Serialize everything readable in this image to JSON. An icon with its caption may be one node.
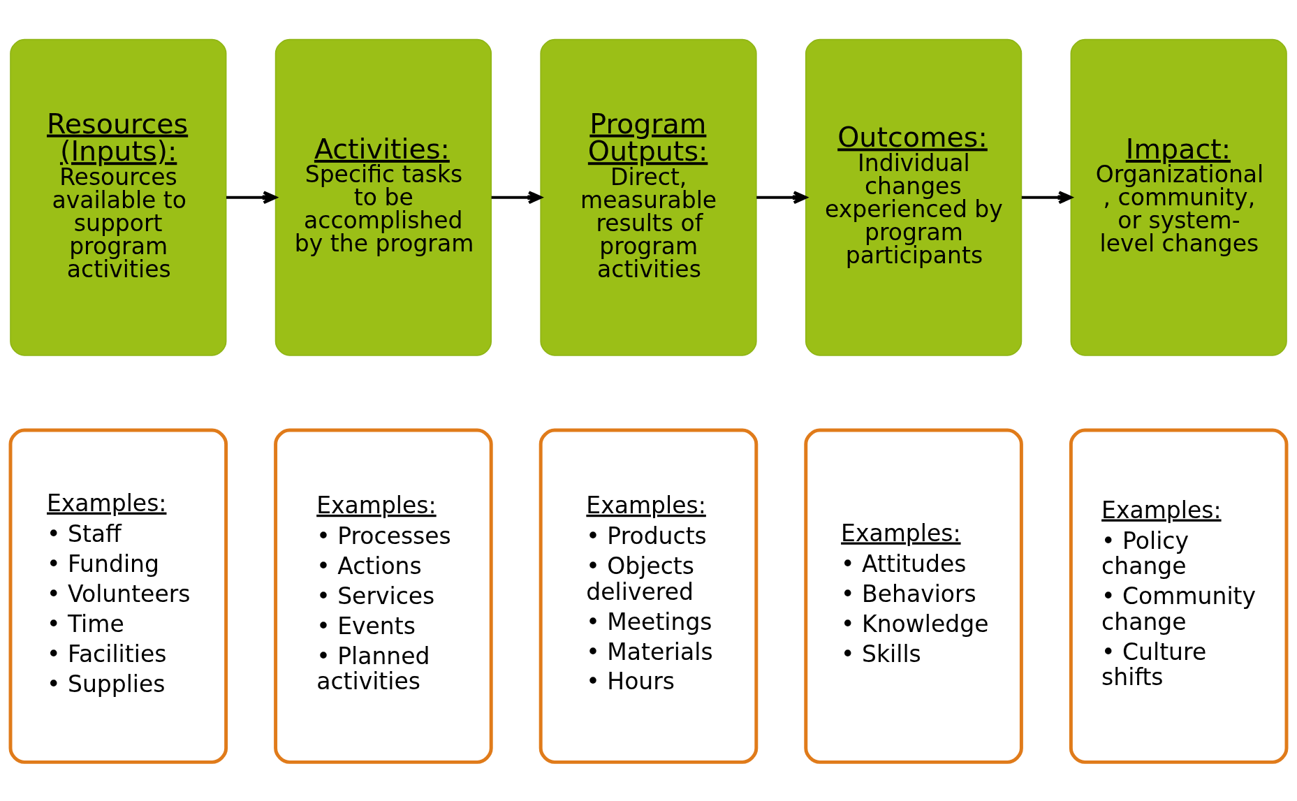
{
  "diagram": {
    "nodes": [
      {
        "text": [
          "Resources (Inputs):",
          "Resources available to support program activities"
        ]
      },
      {
        "text": [
          "Activities:",
          "Specific tasks to be accomplished by the program"
        ]
      },
      {
        "text": [
          "Program Outputs:",
          "Direct, measurable results of program activities"
        ]
      },
      {
        "text": [
          "Outcomes:",
          "Individual changes experienced by program participants"
        ]
      },
      {
        "text": [
          "Impact:",
          "Organizational, community, or system-level changes"
        ]
      },
      {
        "text": [
          "Examples:",
          "• Staff",
          "• Funding",
          "• Volunteers",
          "• Time",
          "• Facilities",
          "• Supplies"
        ]
      },
      {
        "text": [
          "Examples:",
          "• Processes",
          "• Actions",
          "• Services",
          "• Events",
          "• Planned activities"
        ]
      },
      {
        "text": [
          "Examples:",
          "• Products",
          "• Objects delivered",
          "• Meetings",
          "• Materials",
          "• Hours"
        ]
      },
      {
        "text": [
          "Examples:",
          "• Attitudes",
          "• Behaviors",
          "• Knowledge",
          "• Skills"
        ]
      },
      {
        "text": [
          "Examples:",
          "• Policy change",
          "• Community change",
          "• Culture shifts"
        ]
      }
    ],
    "edges": [
      {
        "from": 0,
        "to": 1,
        "arrow": "to"
      },
      {
        "from": 1,
        "to": 2,
        "arrow": "to"
      },
      {
        "from": 2,
        "to": 3,
        "arrow": "to"
      },
      {
        "from": 3,
        "to": 4,
        "arrow": "to"
      }
    ]
  }
}
